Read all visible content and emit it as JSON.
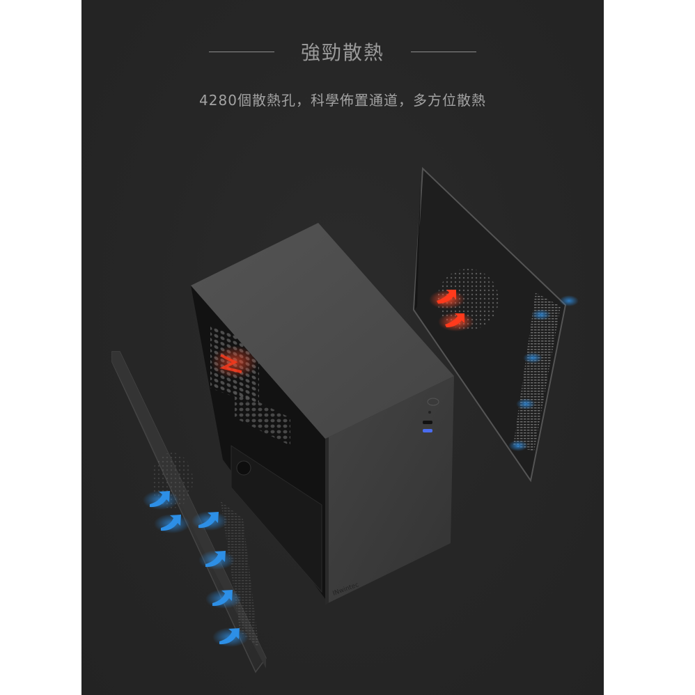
{
  "header": {
    "title": "強勁散熱",
    "subtitle": "4280個散熱孔，科學佈置通道，多方位散熱"
  },
  "product": {
    "name": "PC tower case (exploded view)",
    "brand_logo_text": "INwintec",
    "front_io": [
      "power-button",
      "led-indicator",
      "usb-c-port",
      "usb-3-port"
    ]
  },
  "colors": {
    "background_page": "#ffffff",
    "panel_bg": "#262626",
    "text_title": "#9a9a9a",
    "text_subtitle": "#a3a3a3",
    "case_top": "#4a4a4a",
    "case_front": "#3d3d3d",
    "hot_air": "#e8321e",
    "cool_air": "#2d8fe6",
    "usb_blue": "#4a6cf0"
  }
}
